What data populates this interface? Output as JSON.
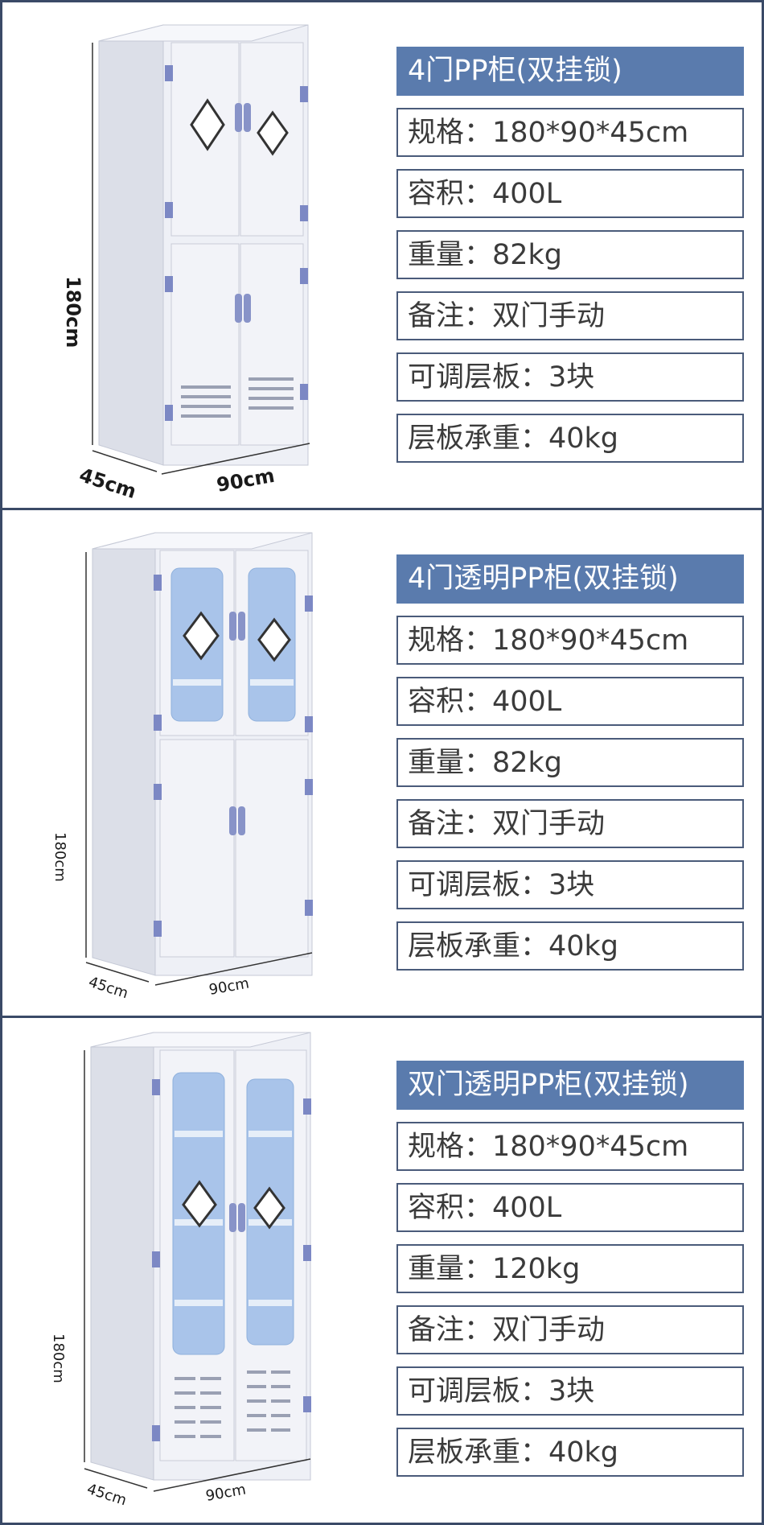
{
  "panels": [
    {
      "title": "4门PP柜(双挂锁)",
      "rows": [
        "规格：180*90*45cm",
        "容积：400L",
        "重量：82kg",
        "备注：双门手动",
        "可调层板：3块",
        "层板承重：40kg"
      ],
      "dims": {
        "height": "180cm",
        "depth": "45cm",
        "width": "90cm"
      }
    },
    {
      "title": "4门透明PP柜(双挂锁)",
      "rows": [
        "规格：180*90*45cm",
        "容积：400L",
        "重量：82kg",
        "备注：双门手动",
        "可调层板：3块",
        "层板承重：40kg"
      ],
      "dims": {
        "height": "180cm",
        "depth": "45cm",
        "width": "90cm"
      }
    },
    {
      "title": "双门透明PP柜(双挂锁)",
      "rows": [
        "规格：180*90*45cm",
        "容积：400L",
        "重量：120kg",
        "备注：双门手动",
        "可调层板：3块",
        "层板承重：40kg"
      ],
      "dims": {
        "height": "180cm",
        "depth": "45cm",
        "width": "90cm"
      }
    }
  ],
  "colors": {
    "title_bg": "#5a7bad",
    "border": "#3a4a67",
    "cabinet": "#eef0f6",
    "hinge": "#7c88c4",
    "glass": "#a9c4ea"
  }
}
